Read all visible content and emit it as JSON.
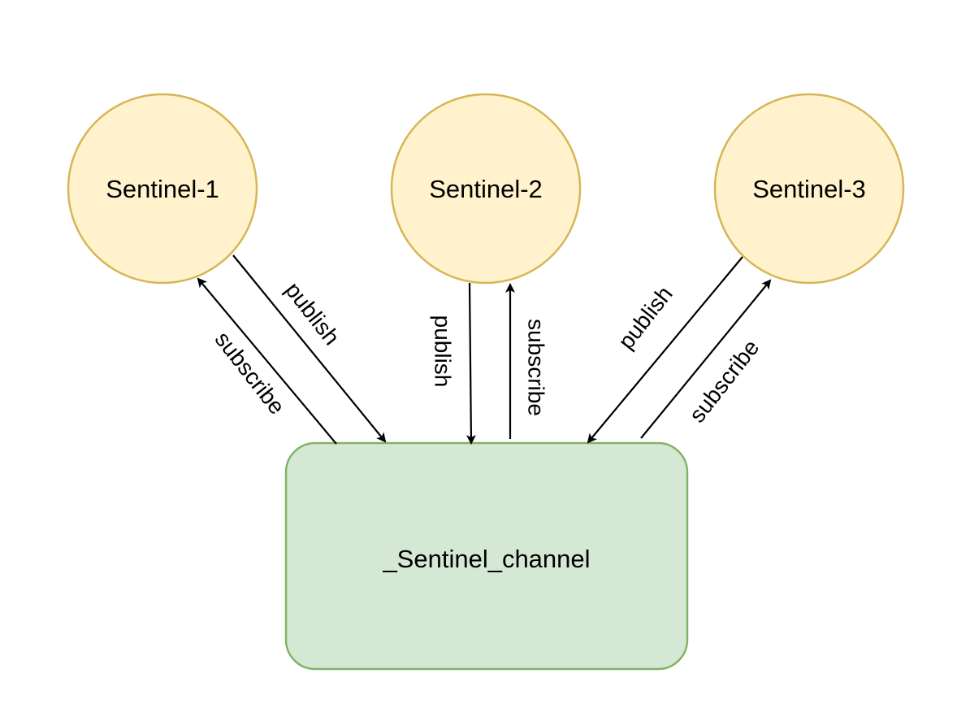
{
  "colors": {
    "sentinel_fill": "#fff2cc",
    "sentinel_stroke": "#d6b656",
    "channel_fill": "#d5e8d4",
    "channel_stroke": "#82b366",
    "edge": "#000000"
  },
  "nodes": {
    "sentinel_1": "Sentinel-1",
    "sentinel_2": "Sentinel-2",
    "sentinel_3": "Sentinel-3",
    "channel": "_Sentinel_channel"
  },
  "edges": {
    "s1_publish": "publish",
    "s1_subscribe": "subscribe",
    "s2_publish": "publish",
    "s2_subscribe": "subscribe",
    "s3_publish": "publish",
    "s3_subscribe": "subscribe"
  }
}
